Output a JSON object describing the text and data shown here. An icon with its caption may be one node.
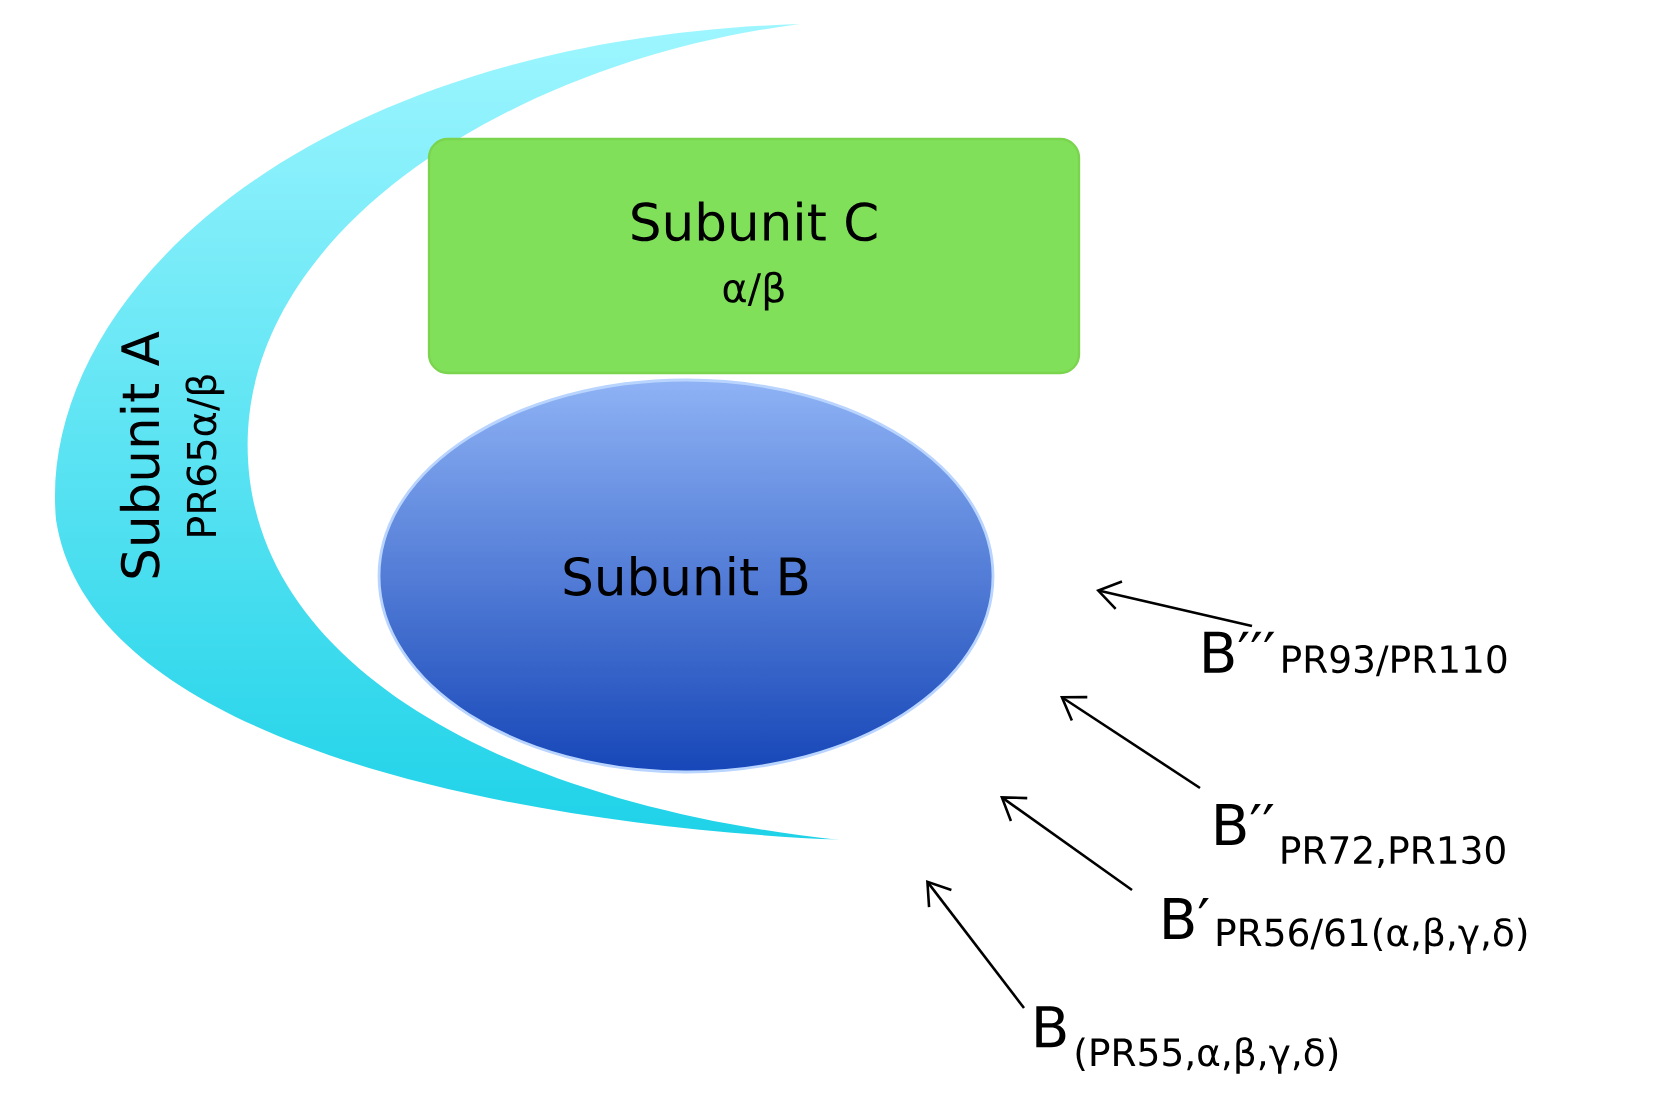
{
  "diagram": {
    "nodes": [
      {
        "text": [
          "Subunit A",
          "PR65α/β"
        ]
      },
      {
        "text": [
          "Subunit C",
          "α/β"
        ]
      },
      {
        "text": [
          "Subunit B"
        ]
      },
      {
        "text": [
          "B′′′",
          "PR93/PR110"
        ]
      },
      {
        "text": [
          "B′′",
          "PR72,PR130"
        ]
      },
      {
        "text": [
          "B′",
          "PR56/61(α,β,γ,δ)"
        ]
      },
      {
        "text": [
          "B",
          "(PR55,α,β,γ,δ)"
        ]
      }
    ],
    "edges": [
      {
        "from": 3,
        "to": null,
        "arrow": "to"
      },
      {
        "from": 4,
        "to": null,
        "arrow": "to"
      },
      {
        "from": 5,
        "to": null,
        "arrow": "to"
      },
      {
        "from": 6,
        "to": null,
        "arrow": "to"
      }
    ]
  }
}
